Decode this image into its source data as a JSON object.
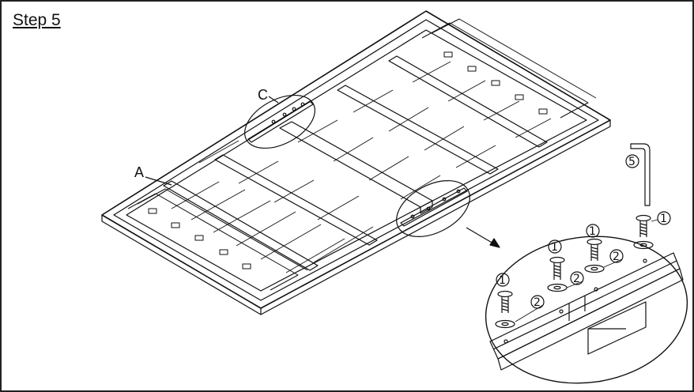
{
  "step": {
    "title": "Step 5"
  },
  "labels": {
    "a": "A",
    "c": "C"
  },
  "callouts": {
    "tool_number": "5",
    "bolt_number": "1",
    "washer_number": "2"
  },
  "colors": {
    "line": "#111111",
    "background": "#ffffff"
  }
}
